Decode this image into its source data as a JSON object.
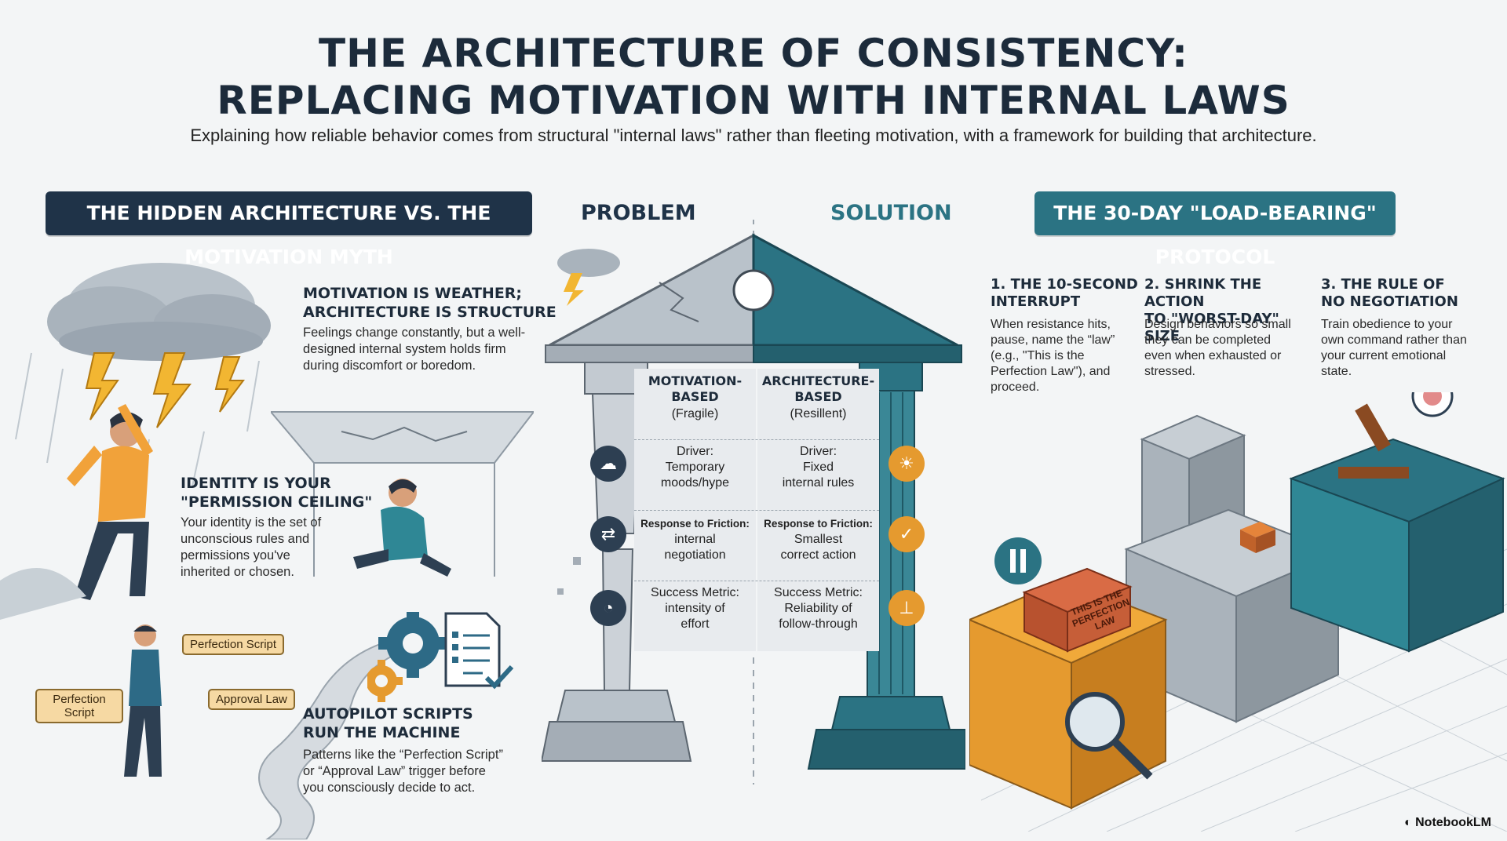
{
  "header": {
    "title_line1": "THE ARCHITECTURE OF CONSISTENCY:",
    "title_line2": "REPLACING MOTIVATION WITH INTERNAL LAWS",
    "subtitle": "Explaining how reliable behavior comes from structural \"internal laws\" rather than fleeting motivation, with a framework for building that architecture."
  },
  "left": {
    "banner": "THE HIDDEN ARCHITECTURE VS. THE MOTIVATION MYTH",
    "sections": [
      {
        "title": "MOTIVATION IS WEATHER;\nARCHITECTURE IS STRUCTURE",
        "body": "Feelings change constantly, but a well-designed internal system holds firm during discomfort or boredom."
      },
      {
        "title": "IDENTITY IS YOUR\n\"PERMISSION CEILING\"",
        "body": "Your identity is the set of unconscious rules and permissions you've inherited or chosen."
      },
      {
        "title": "AUTOPILOT SCRIPTS\nRUN THE MACHINE",
        "body": "Patterns like the “Perfection Script” or “Approval Law” trigger before you consciously decide to act."
      }
    ],
    "tags": {
      "perfection_script_top": "Perfection Script",
      "approval_law": "Approval Law",
      "perfection_script_left": "Perfection\nScript"
    }
  },
  "middle": {
    "problem_label": "PROBLEM",
    "solution_label": "SOLUTION",
    "problem_column": {
      "heading": "MOTIVATION-\nBASED",
      "subheading": "(Fragile)",
      "rows": [
        {
          "label": "Driver:",
          "value": "Temporary\nmoods/hype",
          "icon": "storm-icon"
        },
        {
          "label": "Response to Friction:",
          "value": "internal\nnegotiation",
          "icon": "arrows-icon"
        },
        {
          "label": "Success Metric:",
          "value": "intensity of\neffort",
          "icon": "gauge-icon"
        }
      ]
    },
    "solution_column": {
      "heading": "ARCHITECTURE-\nBASED",
      "subheading": "(Resillent)",
      "rows": [
        {
          "label": "Driver:",
          "value": "Fixed\ninternal rules",
          "icon": "sun-icon"
        },
        {
          "label": "Response to Friction:",
          "value": "Smallest\ncorrect action",
          "icon": "check-icon"
        },
        {
          "label": "Success Metric:",
          "value": "Reliability of\nfollow-through",
          "icon": "stamp-icon"
        }
      ]
    },
    "colors": {
      "problem": "#8a949c",
      "solution": "#2b7383",
      "accent": "#e59a2f"
    }
  },
  "right": {
    "banner": "THE 30-DAY \"LOAD-BEARING\" PROTOCOL",
    "steps": [
      {
        "title": "1. THE 10-SECOND\nINTERRUPT",
        "body": "When resistance hits, pause, name the “law” (e.g., \"This is the Perfection Law\"), and proceed."
      },
      {
        "title": "2. SHRINK THE ACTION\nTO \"WORST-DAY\" SIZE",
        "body": "Design behaviors so small they can be completed even when exhausted or stressed."
      },
      {
        "title": "3. THE RULE OF\nNO NEGOTIATION",
        "body": "Train obedience to your own command rather than your current emotional state."
      }
    ],
    "brick_label": "THIS IS THE\nPERFECTION\nLAW"
  },
  "footer": {
    "brand": "NotebookLM"
  }
}
